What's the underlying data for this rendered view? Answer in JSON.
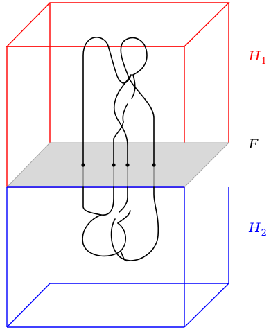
{
  "labels": {
    "h1": {
      "letter": "H",
      "sub": "1"
    },
    "f": {
      "letter": "F"
    },
    "h2": {
      "letter": "H",
      "sub": "2"
    }
  },
  "colors": {
    "h1_box": "#ff0000",
    "h2_box": "#0000ff",
    "plane_fill": "#d9d9d9",
    "plane_edge": "#a6a6a6",
    "knot": "#000000",
    "label_f": "#000000"
  }
}
